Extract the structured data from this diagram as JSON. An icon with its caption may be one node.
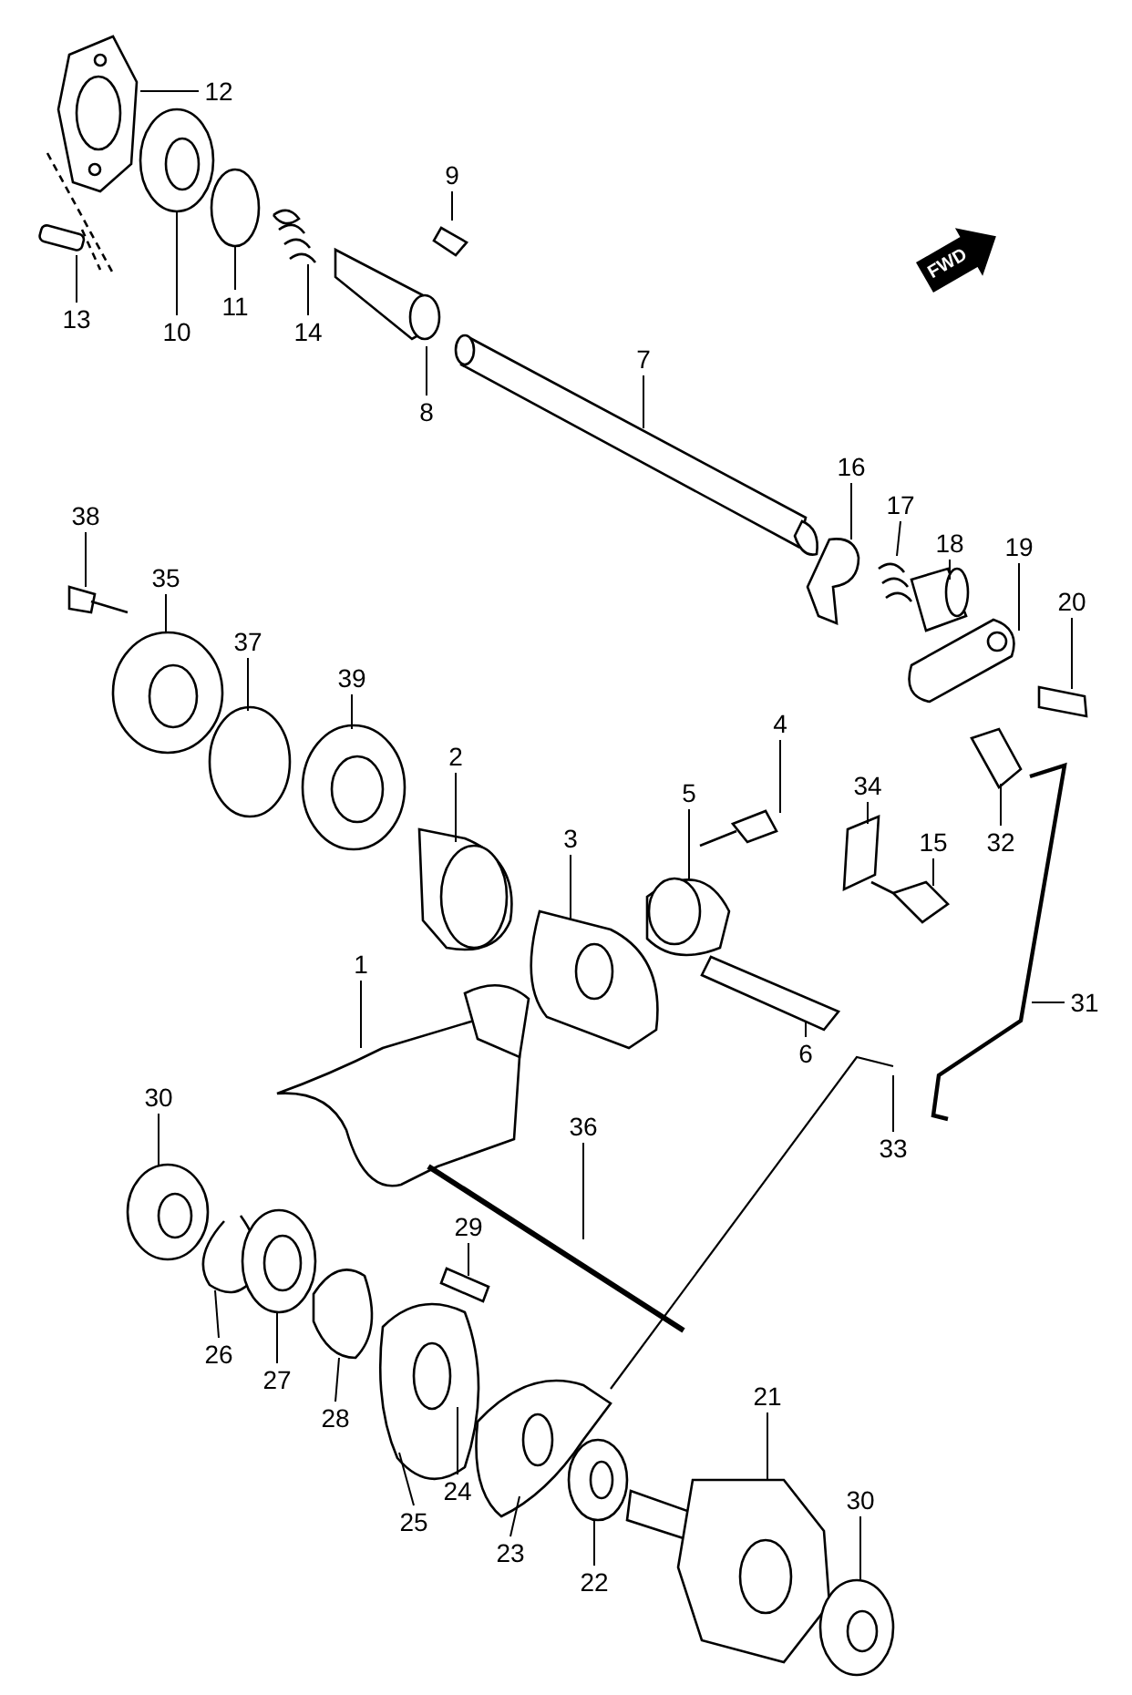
{
  "diagram": {
    "nodes": [
      {
        "text": [
          "12"
        ]
      },
      {
        "text": [
          "9"
        ]
      },
      {
        "text": [
          "10"
        ]
      },
      {
        "text": [
          "11"
        ]
      },
      {
        "text": [
          "13"
        ]
      },
      {
        "text": [
          "14"
        ]
      },
      {
        "text": [
          "8"
        ]
      },
      {
        "text": [
          "7"
        ]
      },
      {
        "text": [
          "16"
        ]
      },
      {
        "text": [
          "17"
        ]
      },
      {
        "text": [
          "38"
        ]
      },
      {
        "text": [
          "18"
        ]
      },
      {
        "text": [
          "19"
        ]
      },
      {
        "text": [
          "20"
        ]
      },
      {
        "text": [
          "35"
        ]
      },
      {
        "text": [
          "37"
        ]
      },
      {
        "text": [
          "39"
        ]
      },
      {
        "text": [
          "4"
        ]
      },
      {
        "text": [
          "2"
        ]
      },
      {
        "text": [
          "34"
        ]
      },
      {
        "text": [
          "5"
        ]
      },
      {
        "text": [
          "15"
        ]
      },
      {
        "text": [
          "3"
        ]
      },
      {
        "text": [
          "32"
        ]
      },
      {
        "text": [
          "1"
        ]
      },
      {
        "text": [
          "31"
        ]
      },
      {
        "text": [
          "6"
        ]
      },
      {
        "text": [
          "30"
        ]
      },
      {
        "text": [
          "33"
        ]
      },
      {
        "text": [
          "36"
        ]
      },
      {
        "text": [
          "29"
        ]
      },
      {
        "text": [
          "26"
        ]
      },
      {
        "text": [
          "27"
        ]
      },
      {
        "text": [
          "28"
        ]
      },
      {
        "text": [
          "21"
        ]
      },
      {
        "text": [
          "24"
        ]
      },
      {
        "text": [
          "25"
        ]
      },
      {
        "text": [
          "23"
        ]
      },
      {
        "text": [
          "30"
        ]
      },
      {
        "text": [
          "22"
        ]
      }
    ],
    "edges": [
      {
        "from": 0,
        "to": null,
        "arrow": "none"
      },
      {
        "from": 1,
        "to": null,
        "arrow": "none"
      },
      {
        "from": 2,
        "to": null,
        "arrow": "none"
      },
      {
        "from": 3,
        "to": null,
        "arrow": "none"
      },
      {
        "from": 4,
        "to": null,
        "arrow": "none"
      },
      {
        "from": 5,
        "to": null,
        "arrow": "none"
      },
      {
        "from": 6,
        "to": null,
        "arrow": "none"
      },
      {
        "from": 7,
        "to": null,
        "arrow": "none"
      },
      {
        "from": 8,
        "to": null,
        "arrow": "none"
      },
      {
        "from": 9,
        "to": null,
        "arrow": "none"
      },
      {
        "from": 10,
        "to": null,
        "arrow": "none"
      },
      {
        "from": 11,
        "to": null,
        "arrow": "none"
      },
      {
        "from": 12,
        "to": null,
        "arrow": "none"
      },
      {
        "from": 13,
        "to": null,
        "arrow": "none"
      },
      {
        "from": 14,
        "to": null,
        "arrow": "none"
      },
      {
        "from": 15,
        "to": null,
        "arrow": "none"
      },
      {
        "from": 16,
        "to": null,
        "arrow": "none"
      },
      {
        "from": 17,
        "to": null,
        "arrow": "none"
      },
      {
        "from": 18,
        "to": null,
        "arrow": "none"
      },
      {
        "from": 19,
        "to": null,
        "arrow": "none"
      },
      {
        "from": 20,
        "to": null,
        "arrow": "none"
      },
      {
        "from": 21,
        "to": null,
        "arrow": "none"
      },
      {
        "from": 22,
        "to": null,
        "arrow": "none"
      },
      {
        "from": 23,
        "to": null,
        "arrow": "none"
      },
      {
        "from": 24,
        "to": null,
        "arrow": "none"
      },
      {
        "from": 25,
        "to": null,
        "arrow": "none"
      },
      {
        "from": 26,
        "to": null,
        "arrow": "none"
      },
      {
        "from": 27,
        "to": null,
        "arrow": "none"
      },
      {
        "from": 28,
        "to": null,
        "arrow": "none"
      },
      {
        "from": 29,
        "to": null,
        "arrow": "none"
      },
      {
        "from": 30,
        "to": null,
        "arrow": "none"
      },
      {
        "from": 31,
        "to": null,
        "arrow": "none"
      },
      {
        "from": 32,
        "to": null,
        "arrow": "none"
      },
      {
        "from": 33,
        "to": null,
        "arrow": "none"
      },
      {
        "from": 34,
        "to": null,
        "arrow": "none"
      },
      {
        "from": 35,
        "to": null,
        "arrow": "none"
      },
      {
        "from": 36,
        "to": null,
        "arrow": "none"
      },
      {
        "from": 37,
        "to": null,
        "arrow": "none"
      },
      {
        "from": 38,
        "to": null,
        "arrow": "none"
      },
      {
        "from": 39,
        "to": null,
        "arrow": "none"
      }
    ],
    "labels": [
      "FWD"
    ]
  }
}
